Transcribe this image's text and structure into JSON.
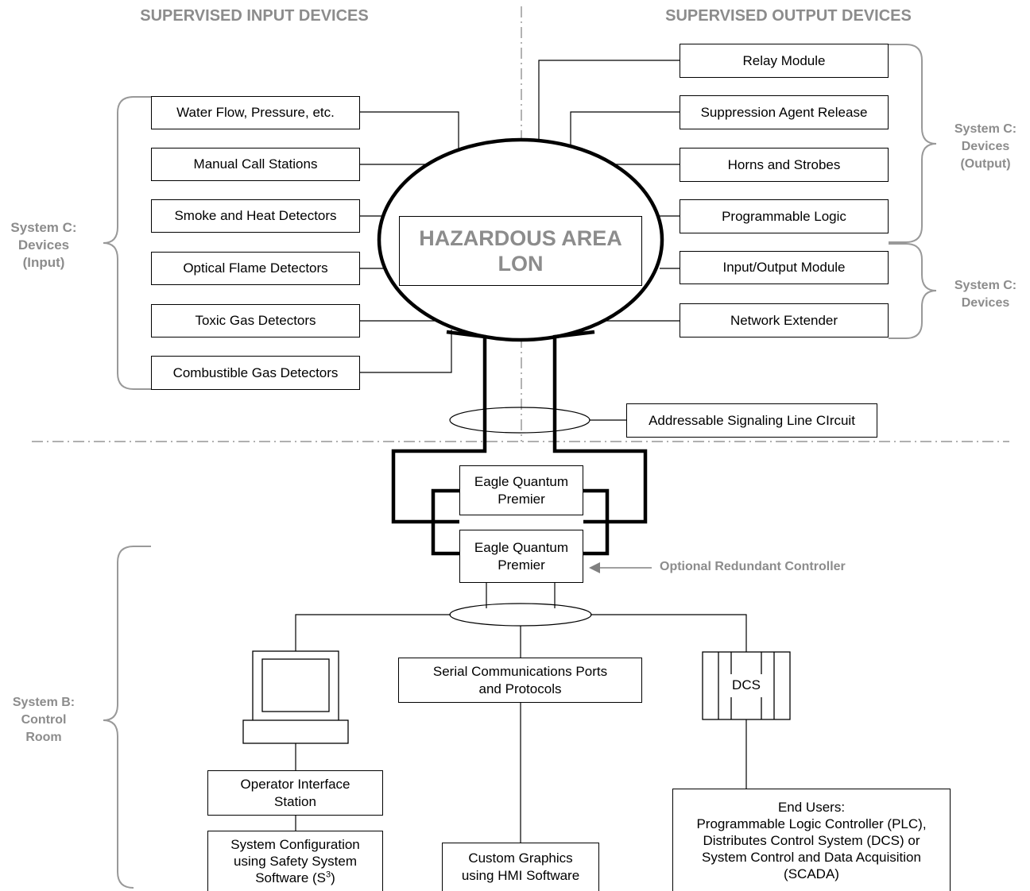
{
  "headers": {
    "input": "SUPERVISED INPUT DEVICES",
    "output": "SUPERVISED OUTPUT DEVICES"
  },
  "input_devices": [
    "Water Flow, Pressure, etc.",
    "Manual Call Stations",
    "Smoke and Heat Detectors",
    "Optical Flame Detectors",
    "Toxic Gas Detectors",
    "Combustible Gas Detectors"
  ],
  "output_devices": [
    "Relay Module",
    "Suppression Agent Release",
    "Horns and Strobes",
    "Programmable Logic",
    "Input/Output Module",
    "Network Extender"
  ],
  "groups": {
    "input": [
      "System C:",
      "Devices",
      "(Input)"
    ],
    "output": [
      "System C:",
      "Devices",
      "(Output)"
    ],
    "devices": [
      "System C:",
      "Devices"
    ],
    "control_room": [
      "System B:",
      "Control",
      "Room"
    ]
  },
  "hazardous_area": [
    "HAZARDOUS AREA",
    "LON"
  ],
  "slc": "Addressable Signaling Line CIrcuit",
  "controllers": [
    [
      "Eagle Quantum",
      "Premier"
    ],
    [
      "Eagle Quantum",
      "Premier"
    ]
  ],
  "redundant_note": "Optional Redundant Controller",
  "serial": [
    "Serial Communications Ports",
    "and Protocols"
  ],
  "dcs": "DCS",
  "operator_station": [
    "Operator Interface",
    "Station"
  ],
  "s3": {
    "line1": "System Configuration",
    "line2": "using Safety System",
    "line3_prefix": "Software (S",
    "line3_sup": "3",
    "line3_suffix": ")"
  },
  "custom_graphics": [
    "Custom Graphics",
    "using HMI Software"
  ],
  "end_users": [
    "End Users:",
    "Programmable Logic Controller (PLC),",
    "Distributes Control System (DCS) or",
    "System Control and Data Acquisition",
    "(SCADA)"
  ]
}
